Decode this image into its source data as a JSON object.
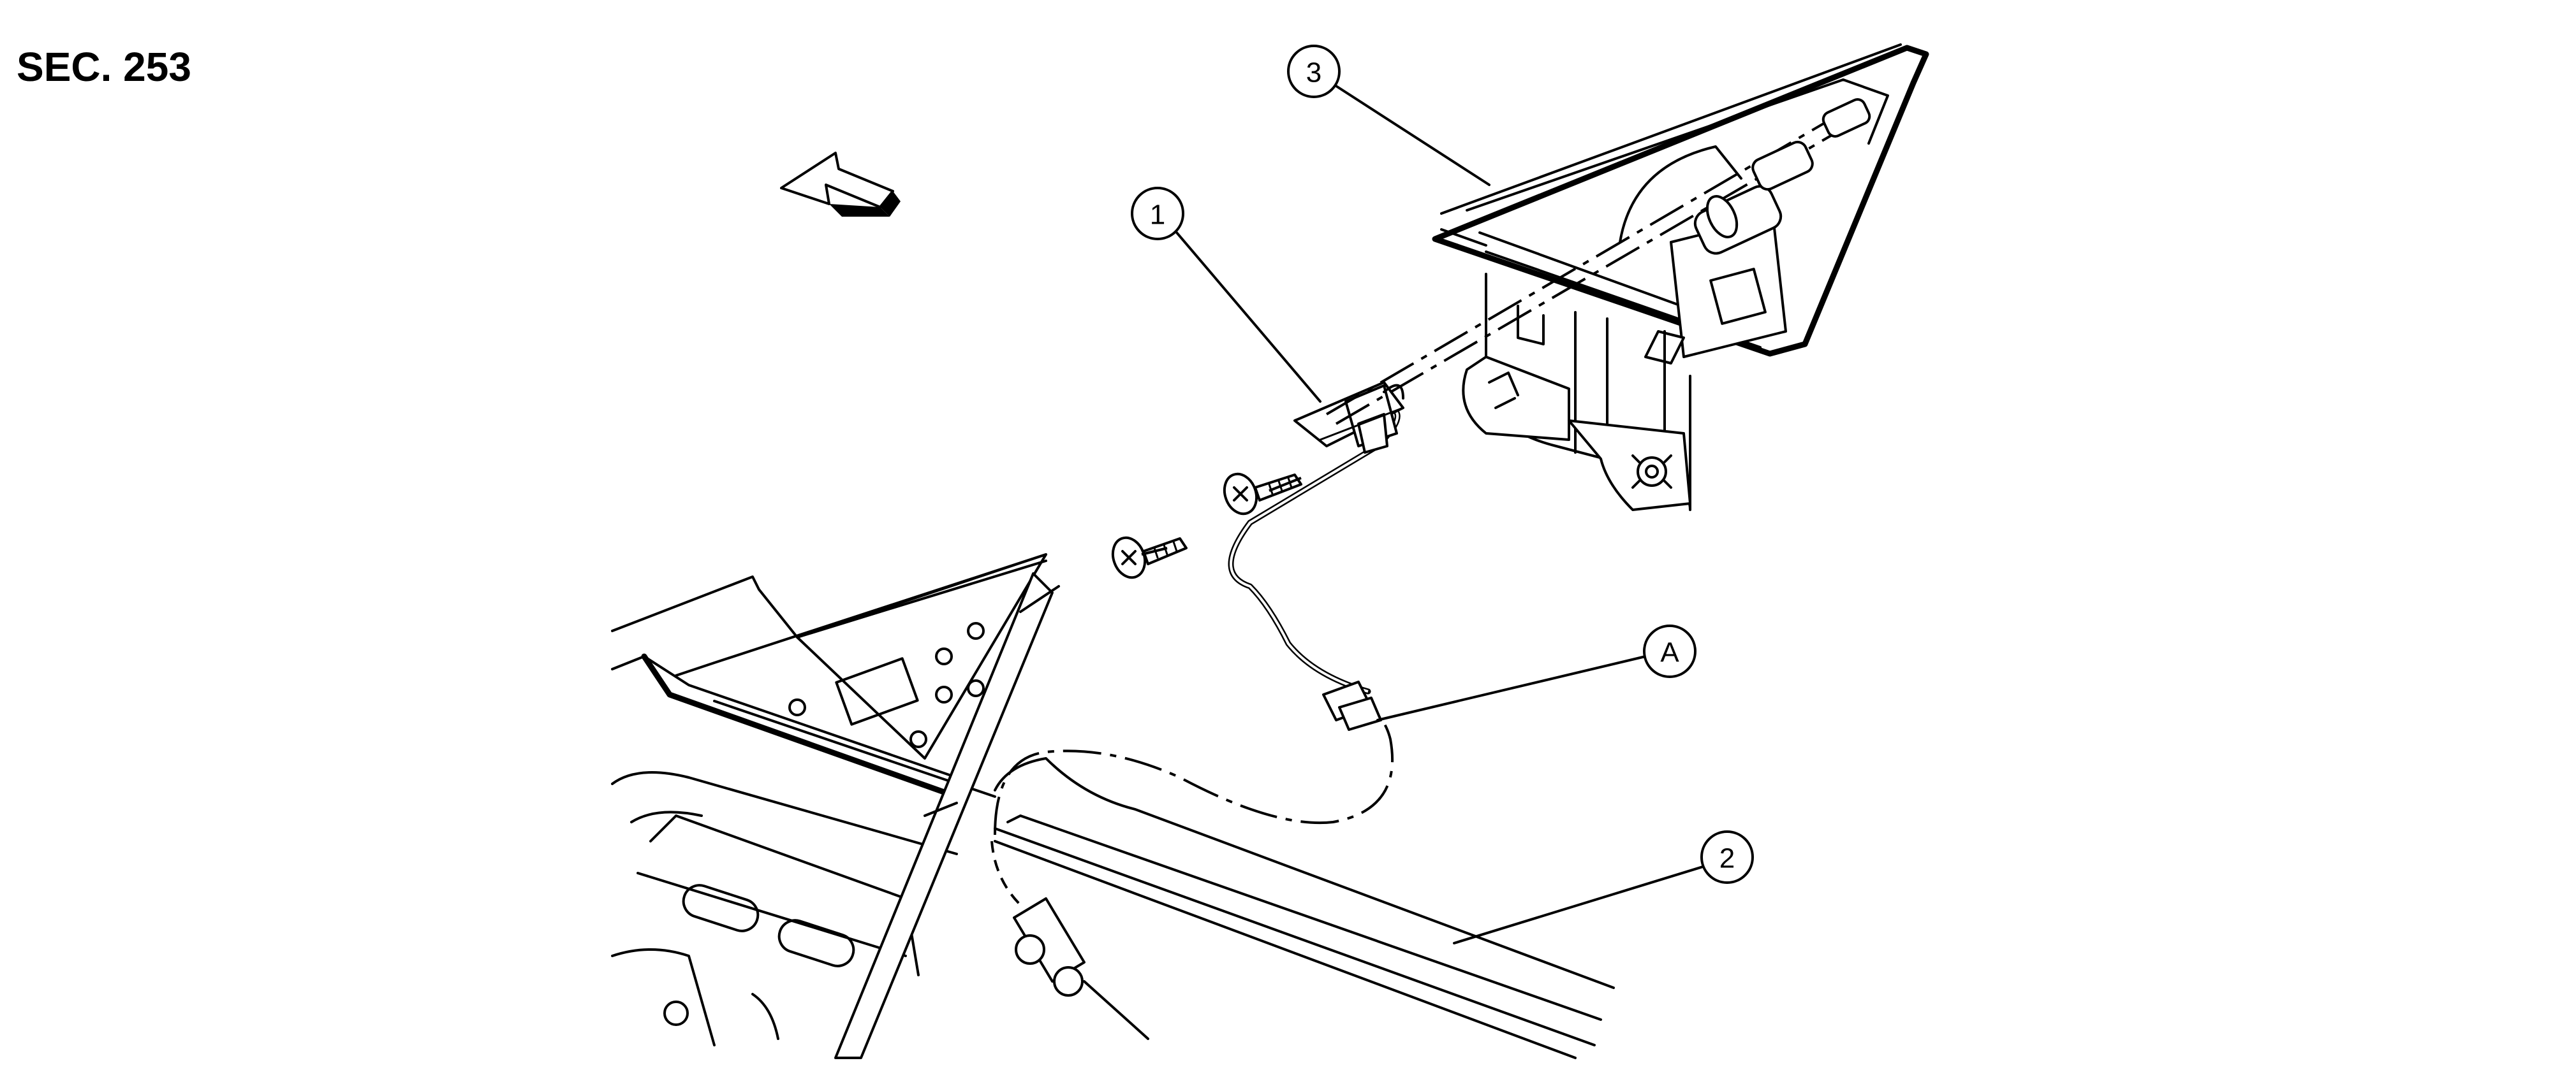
{
  "section_label": "SEC. 253",
  "callouts": [
    {
      "id": "1",
      "label": "1"
    },
    {
      "id": "2",
      "label": "2"
    },
    {
      "id": "3",
      "label": "3"
    },
    {
      "id": "A",
      "label": "A"
    }
  ]
}
